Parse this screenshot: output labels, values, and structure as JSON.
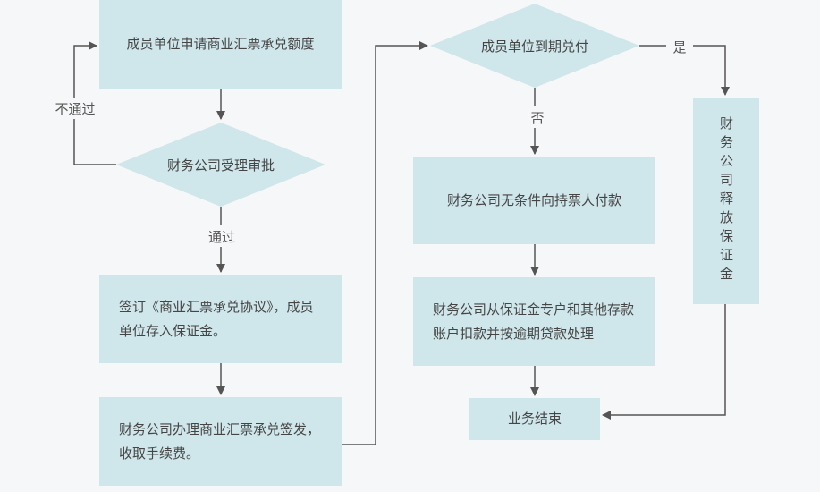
{
  "diagram": {
    "nodes": {
      "apply": "成员单位申请商业汇票承兑额度",
      "review": "财务公司受理审批",
      "sign": "签订《商业汇票承兑协议》，成员单位存入保证金。",
      "issue": "财务公司办理商业汇票承兑签发，收取手续费。",
      "due": "成员单位到期兑付",
      "pay_unconditional": "财务公司无条件向持票人付款",
      "deduct": "财务公司从保证金专户和其他存款账户扣款并按逾期贷款处理",
      "release": "财务公司释放保证金",
      "end": "业务结束"
    },
    "edge_labels": {
      "not_pass": "不通过",
      "pass": "通过",
      "yes": "是",
      "no": "否"
    },
    "colors": {
      "box_fill": "#cfe6ea",
      "line": "#555555",
      "background": "#f6f7f9"
    }
  }
}
